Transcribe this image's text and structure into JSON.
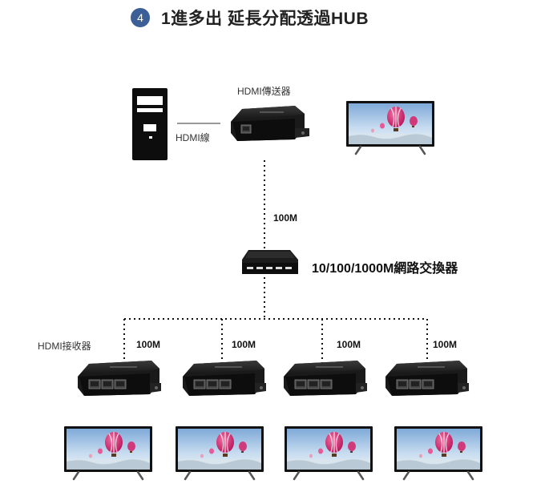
{
  "header": {
    "badge": "4",
    "title": "1進多出 延長分配透過HUB"
  },
  "labels": {
    "transmitter": "HDMI傳送器",
    "hdmi_cable": "HDMI線",
    "link_up": "100M",
    "switch": "10/100/1000M網路交換器",
    "receiver": "HDMI接收器",
    "links": [
      "100M",
      "100M",
      "100M",
      "100M"
    ]
  }
}
